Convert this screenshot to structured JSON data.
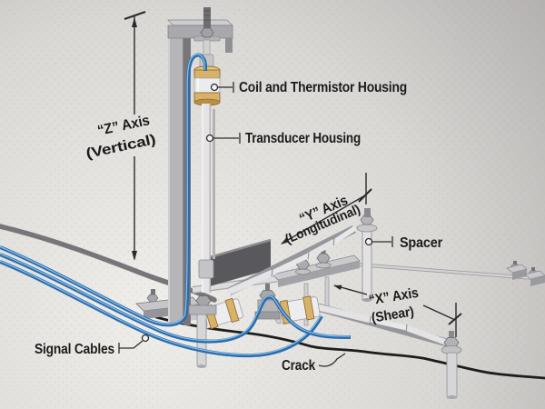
{
  "diagram": {
    "type": "3-axis crack monitoring instrument cutaway illustration",
    "labels": {
      "coil": "Coil and Thermistor Housing",
      "transducer": "Transducer Housing",
      "spacer": "Spacer",
      "signal_cables": "Signal Cables",
      "crack": "Crack"
    },
    "axes": {
      "z": {
        "line1": "“Z” Axis",
        "line2": "(Vertical)"
      },
      "y": {
        "line1": "“Y” Axis",
        "line2": "(Longitudinal)"
      },
      "x": {
        "line1": "“X” Axis",
        "line2": "(Shear)"
      }
    },
    "colors": {
      "cable_blue": "#2b6cac",
      "cable_highlight": "#8cc0e8",
      "brass_band": "#d9b269",
      "crack_line": "#1e1d1c",
      "conduit_gray": "#76757a",
      "metal_light": "#e4e4e7",
      "metal_mid": "#b6b6b9",
      "metal_dark": "#77777b",
      "label_text": "#1b1b1b"
    }
  }
}
